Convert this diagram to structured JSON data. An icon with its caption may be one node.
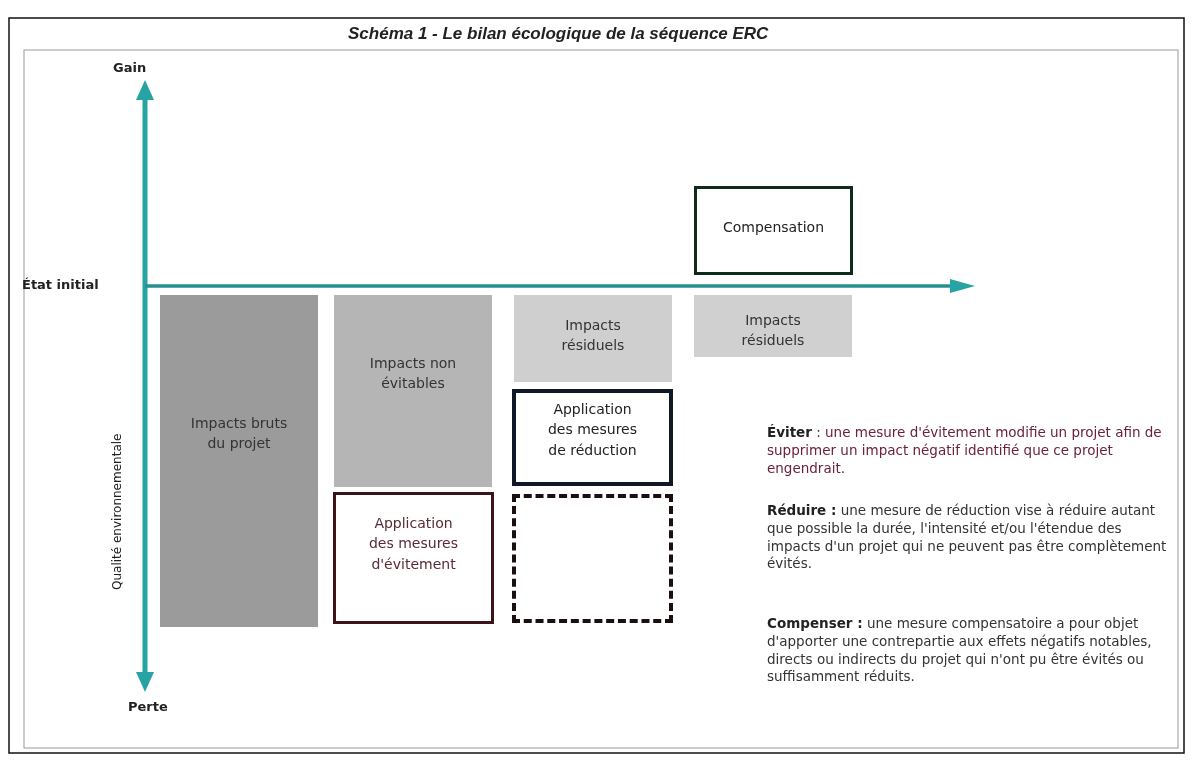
{
  "diagram": {
    "title": "Schéma 1 - Le bilan écologique de la séquence ERC",
    "nodes": [
      {
        "text": [
          "Impacts bruts du projet"
        ]
      },
      {
        "text": [
          "Impacts non évitables"
        ]
      },
      {
        "text": [
          "Application des mesures d'évitement"
        ]
      },
      {
        "text": [
          "Impacts résiduels"
        ]
      },
      {
        "text": [
          "Application des mesures de réduction"
        ]
      },
      {
        "text": [],
        "shape": "box"
      },
      {
        "text": [
          "Compensation"
        ]
      },
      {
        "text": [
          "Impacts résiduels"
        ]
      }
    ],
    "labels": [
      "Gain",
      "État initial",
      "Qualité environnementale",
      "Perte",
      "**Éviter** : une mesure d'évitement modifie un projet afin de supprimer un impact négatif identifié que ce projet engendrait.",
      "**Réduire :** une mesure de réduction vise à réduire autant que possible la durée, l'intensité et/ou l'étendue des impacts d'un projet qui ne peuvent pas être complètement évités.",
      "**Compenser :** une mesure compensatoire a pour objet d'apporter une contrepartie aux effets négatifs notables, directs ou indirects du projet qui n'ont pu être évités ou suffisamment réduits."
    ]
  }
}
